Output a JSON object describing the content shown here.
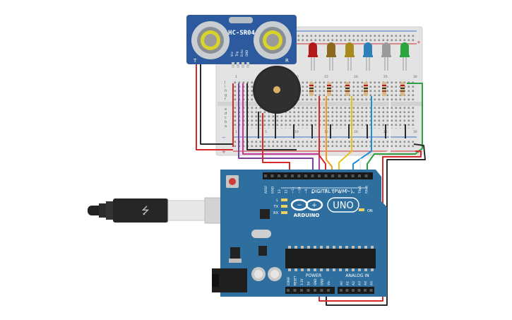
{
  "sensor": {
    "model": "HC-SR04",
    "pins": [
      "Vcc",
      "Trig",
      "Echo",
      "GND"
    ],
    "side_left": "T",
    "side_right": "R"
  },
  "breadboard": {
    "row_letters_top": [
      "j",
      "i",
      "h",
      "g",
      "f"
    ],
    "row_letters_bottom": [
      "e",
      "d",
      "c",
      "b",
      "a"
    ],
    "column_numbers": [
      "1",
      "5",
      "10",
      "15",
      "20",
      "25",
      "30"
    ]
  },
  "leds": [
    {
      "color": "#b3181b"
    },
    {
      "color": "#8a6a1e"
    },
    {
      "color": "#a68a1c"
    },
    {
      "color": "#2c7fb8"
    },
    {
      "color": "#9a9a9a"
    },
    {
      "color": "#2aa43c"
    }
  ],
  "arduino": {
    "brand": "ARDUINO",
    "model": "UNO",
    "digital_label": "DIGITAL (PWM~)",
    "on_label": "ON",
    "power_label": "POWER",
    "analog_label": "ANALOG IN",
    "led_labels": [
      "L",
      "TX",
      "RX"
    ],
    "digital_pins": [
      "AREF",
      "GND",
      "13",
      "12",
      "~11",
      "~10",
      "~9",
      "8",
      "7",
      "~6",
      "~5",
      "4",
      "~3",
      "2",
      "TX▸1",
      "RX◂0"
    ],
    "power_pins": [
      "IOREF",
      "RESET",
      "3.3V",
      "5V",
      "GND",
      "GND",
      "Vin"
    ],
    "analog_pins": [
      "A0",
      "A1",
      "A2",
      "A3",
      "A4",
      "A5"
    ]
  },
  "colors": {
    "wire_red": "#d42a2a",
    "wire_black": "#2b2b2b",
    "wire_purple": "#7b3fa0",
    "wire_magenta": "#c43a9a",
    "wire_orange": "#f39a18",
    "wire_yellow": "#e9c11b",
    "wire_blue": "#1e8fd6",
    "wire_green": "#2ea043",
    "wire_white": "#eeeeee",
    "board_blue": "#2f6f9f"
  }
}
